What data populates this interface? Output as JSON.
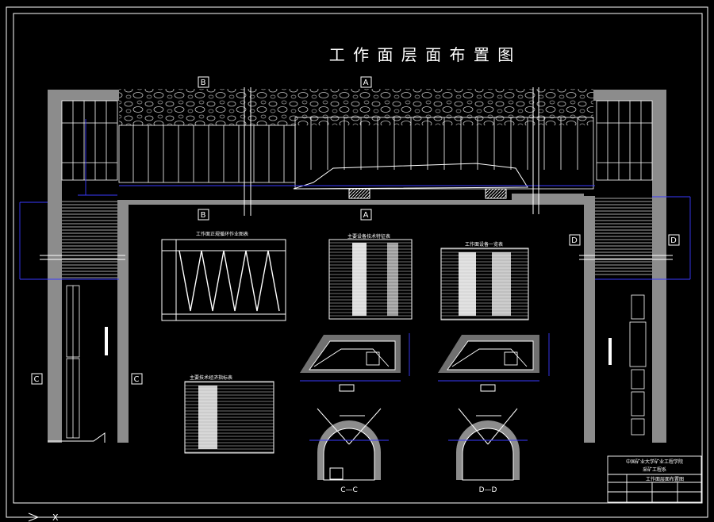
{
  "drawing": {
    "title": "工 作 面 层 面 布 置 图",
    "section_markers": {
      "a": "A",
      "b": "B",
      "c": "C",
      "d": "D"
    },
    "section_labels": {
      "cc": "C—C",
      "dd": "D—D"
    },
    "axis_label": "X",
    "tables": {
      "cycle_chart": "工作面正规循环作业图表",
      "main_equipment": "主要设备技术特征表",
      "equipment_list": "工作面设备一览表",
      "tech_economic": "主要技术经济指标表"
    },
    "title_block": {
      "school": "中国矿业大学矿业工程学院",
      "department": "采矿工程系",
      "drawing_name": "工作面层面布置图"
    }
  },
  "colors": {
    "background": "#000000",
    "line": "#ffffff",
    "dimension": "#3a3aff",
    "fill_gray": "#8c8c8c"
  }
}
